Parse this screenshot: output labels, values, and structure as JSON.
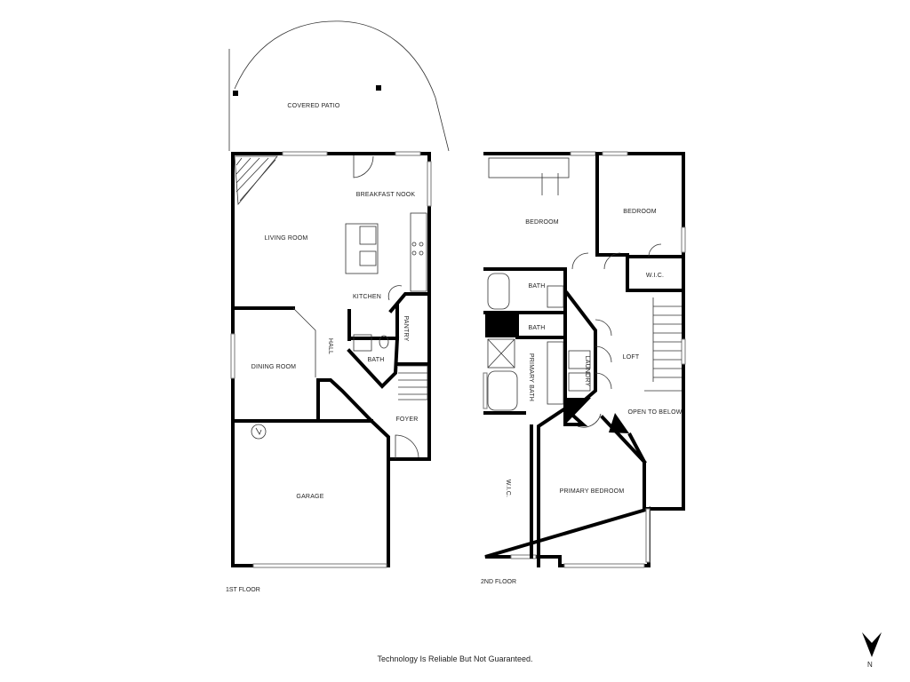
{
  "floor1": {
    "title": "1ST FLOOR",
    "rooms": {
      "covered_patio": "COVERED PATIO",
      "breakfast_nook": "BREAKFAST NOOK",
      "living_room": "LIVING ROOM",
      "kitchen": "KITCHEN",
      "pantry": "PANTRY",
      "hall": "HALL",
      "dining_room": "DINING ROOM",
      "bath": "BATH",
      "foyer": "FOYER",
      "garage": "GARAGE"
    }
  },
  "floor2": {
    "title": "2ND FLOOR",
    "rooms": {
      "bedroom_1": "BEDROOM",
      "bedroom_2": "BEDROOM",
      "wic_1": "W.I.C.",
      "bath_1": "BATH",
      "bath_2": "BATH",
      "primary_bath": "PRIMARY BATH",
      "laundry": "LAUNDRY",
      "loft": "LOFT",
      "open_to_below": "OPEN TO BELOW",
      "wic_2": "W.I.C.",
      "primary_bedroom": "PRIMARY BEDROOM"
    }
  },
  "disclaimer": "Technology Is Reliable But Not Guaranteed.",
  "compass": {
    "icon": "north-arrow-icon",
    "label": "N"
  }
}
